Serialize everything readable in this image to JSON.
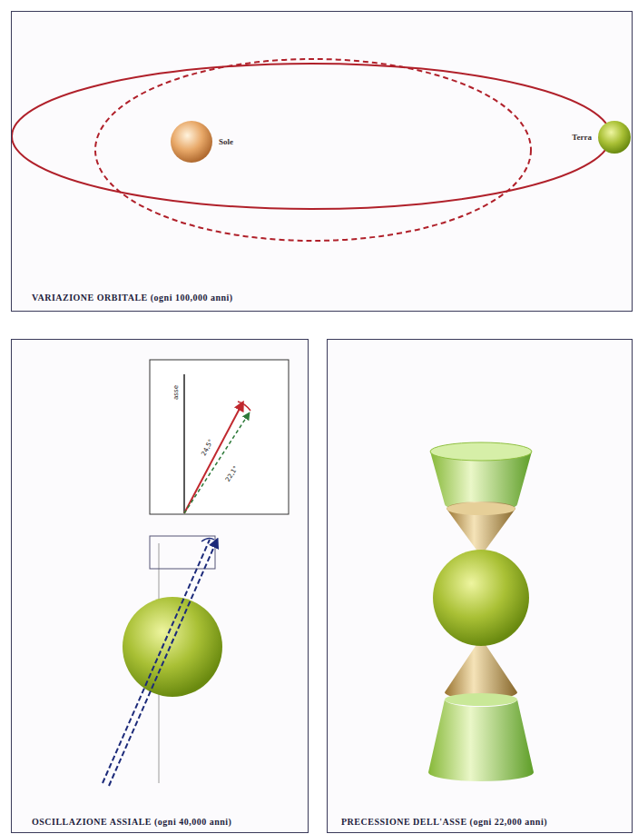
{
  "diagram": {
    "nodes": [
      {
        "text": [
          "VARIAZIONE ORBITALE (ogni 100,000 anni)"
        ]
      },
      {
        "text": [
          "Sole"
        ],
        "in": 0
      },
      {
        "text": [
          "Terra"
        ],
        "in": 0
      },
      {
        "text": [
          "OSCILLAZIONE ASSIALE (ogni 40,000 anni)"
        ]
      },
      {
        "text": [
          "PRECESSIONE DELL'ASSE (ogni 22,000 anni)"
        ]
      }
    ],
    "labels": [
      "asse",
      "24,5°",
      "22,1°"
    ]
  }
}
